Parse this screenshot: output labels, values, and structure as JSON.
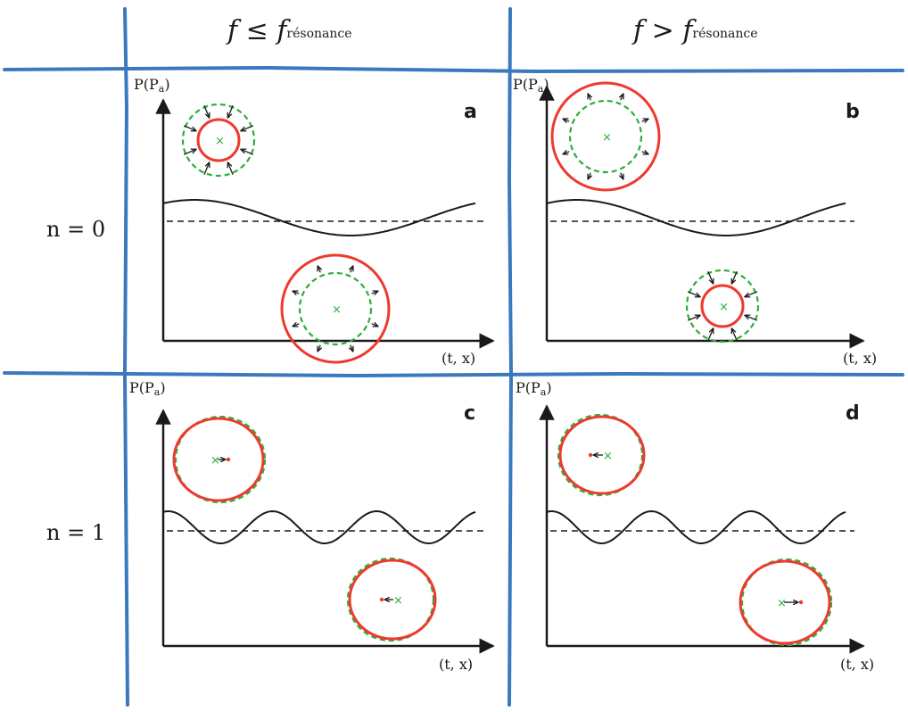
{
  "columns": [
    {
      "main": "f ≤ f",
      "sub": "résonance"
    },
    {
      "main": "f > f",
      "sub": "résonance"
    }
  ],
  "rows": [
    {
      "label": "n = 0"
    },
    {
      "label": "n = 1"
    }
  ],
  "y_axis_label": "P(P",
  "y_axis_label_sub": "a",
  "y_axis_label_close": ")",
  "x_axis_label": "(t, x)",
  "panels": [
    {
      "letter": "a",
      "harmonic": 0,
      "regime": "below"
    },
    {
      "letter": "b",
      "harmonic": 0,
      "regime": "above"
    },
    {
      "letter": "c",
      "harmonic": 1,
      "regime": "below"
    },
    {
      "letter": "d",
      "harmonic": 1,
      "regime": "above"
    }
  ],
  "colors": {
    "grid": "#3a78c0",
    "bubble": "#ee3a2e",
    "reference": "#2cae3a",
    "ink": "#1a1a1a"
  }
}
